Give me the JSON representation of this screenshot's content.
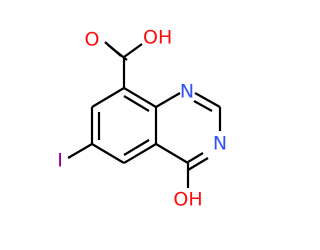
{
  "molecule": {
    "atoms": {
      "carbonyl_oxygen": {
        "text": "O",
        "color": "#ff0d0d"
      },
      "hydroxyl_acid": {
        "text": "OH",
        "color": "#ff0d0d"
      },
      "n1": {
        "text": "N",
        "color": "#3050f8"
      },
      "n3": {
        "text": "N",
        "color": "#3050f8"
      },
      "iodine": {
        "text": "I",
        "color": "#940094"
      },
      "hydroxyl_c4": {
        "text": "OH",
        "color": "#ff0d0d"
      }
    },
    "bond_color": "#000000",
    "background_color": "#ffffff"
  }
}
